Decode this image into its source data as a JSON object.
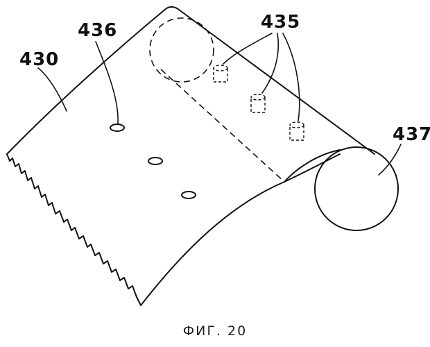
{
  "figure": {
    "labels": {
      "sheet": "430",
      "holes": "436",
      "posts": "435",
      "roll": "437"
    },
    "caption": "ФИГ. 20"
  }
}
